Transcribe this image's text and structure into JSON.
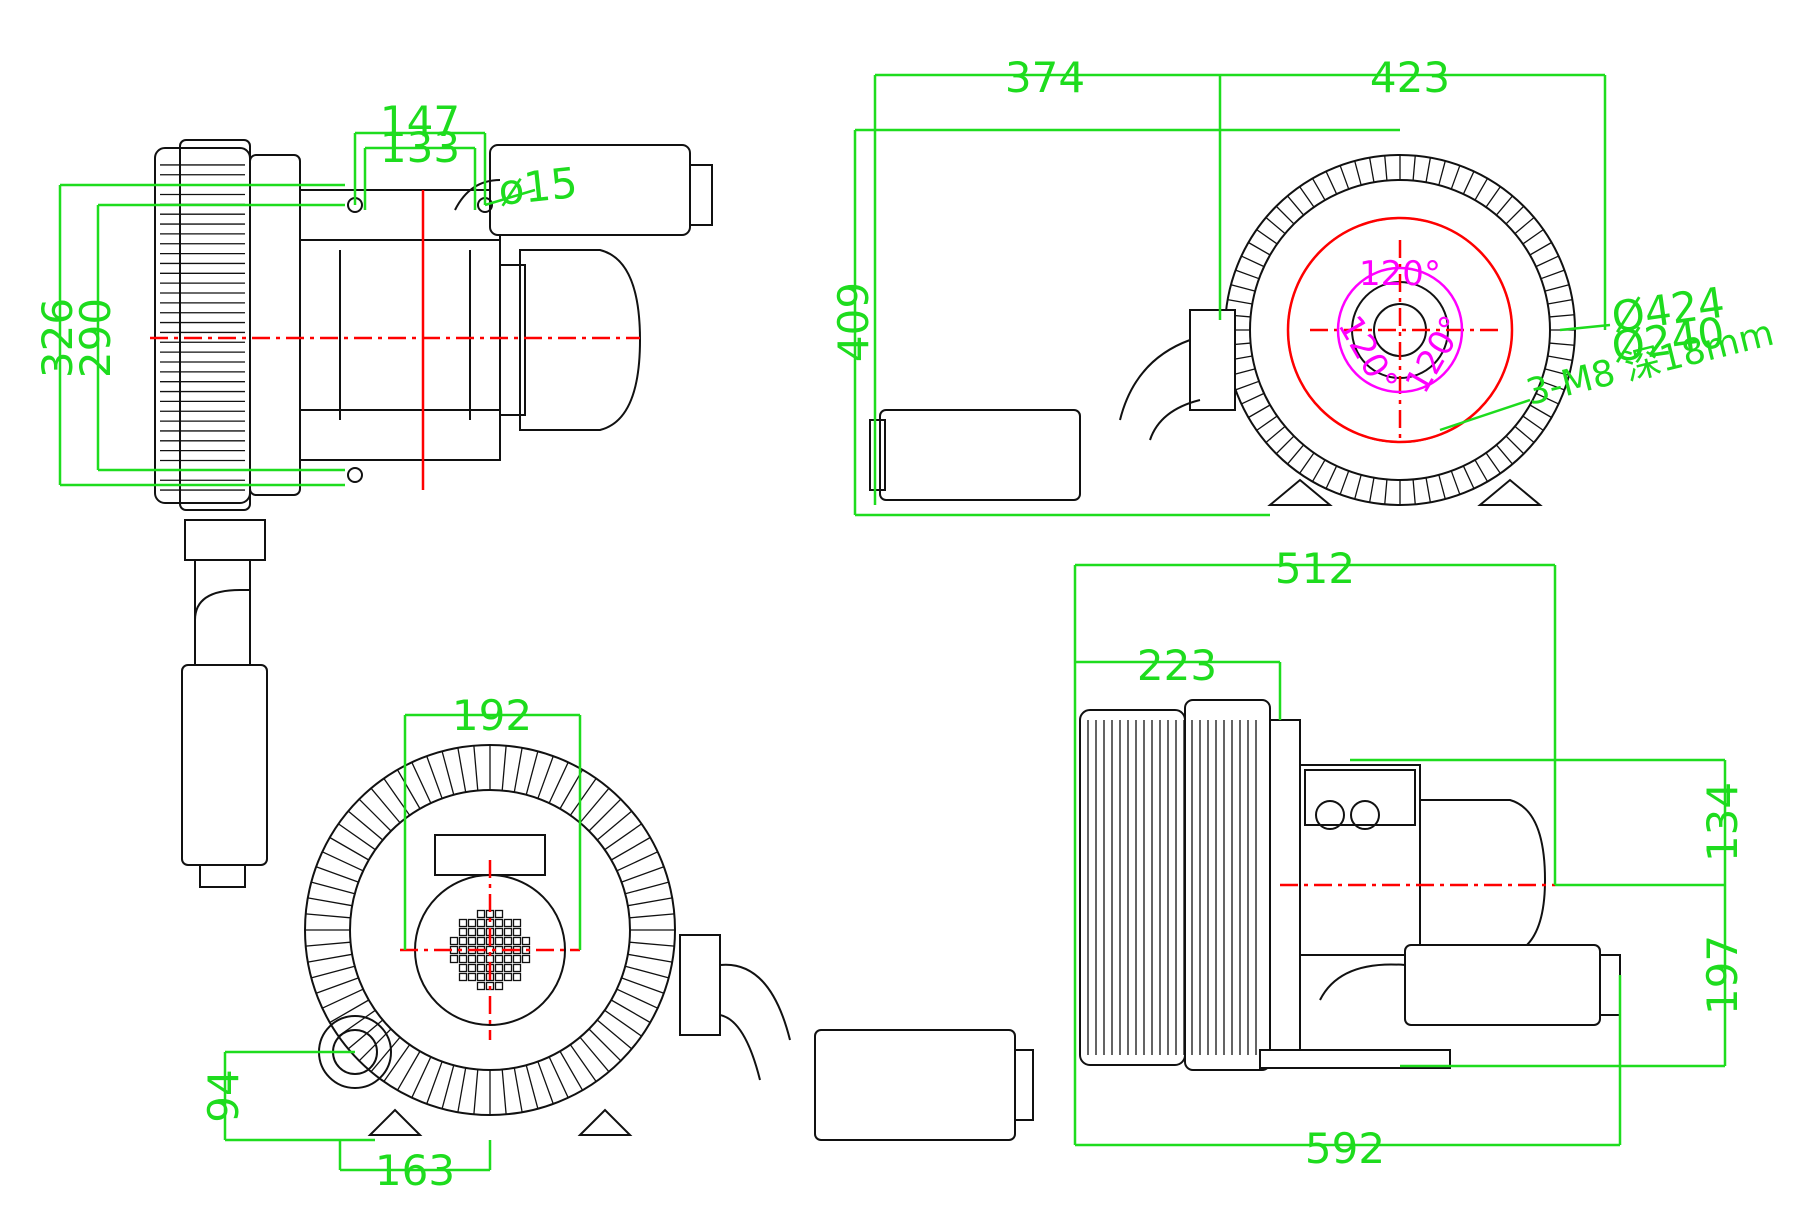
{
  "colors": {
    "dimension": "#1edc1e",
    "centerline": "#ff0000",
    "pcd": "#ff00ff",
    "outline": "#111111",
    "background": "#ffffff"
  },
  "views": {
    "left_side": {
      "dim_top_outer": "147",
      "dim_top_inner": "133",
      "dim_hole": "ø15",
      "dim_height_outer": "326",
      "dim_height_inner": "290"
    },
    "top_right": {
      "dim_width_left": "374",
      "dim_width_right": "423",
      "dim_height": "409",
      "dim_dia_outer": "Ø424",
      "dim_dia_pcd": "Ø240",
      "dim_thread": "3-M8 深18mm",
      "angle_1": "120°",
      "angle_2": "120°",
      "angle_3": "120°"
    },
    "bottom_left": {
      "dim_motor_width": "192",
      "dim_port_height": "94",
      "dim_feet": "163"
    },
    "bottom_right": {
      "dim_length_total": "512",
      "dim_length_blower": "223",
      "dim_height_upper": "134",
      "dim_height_lower": "197",
      "dim_length_overall": "592"
    }
  }
}
